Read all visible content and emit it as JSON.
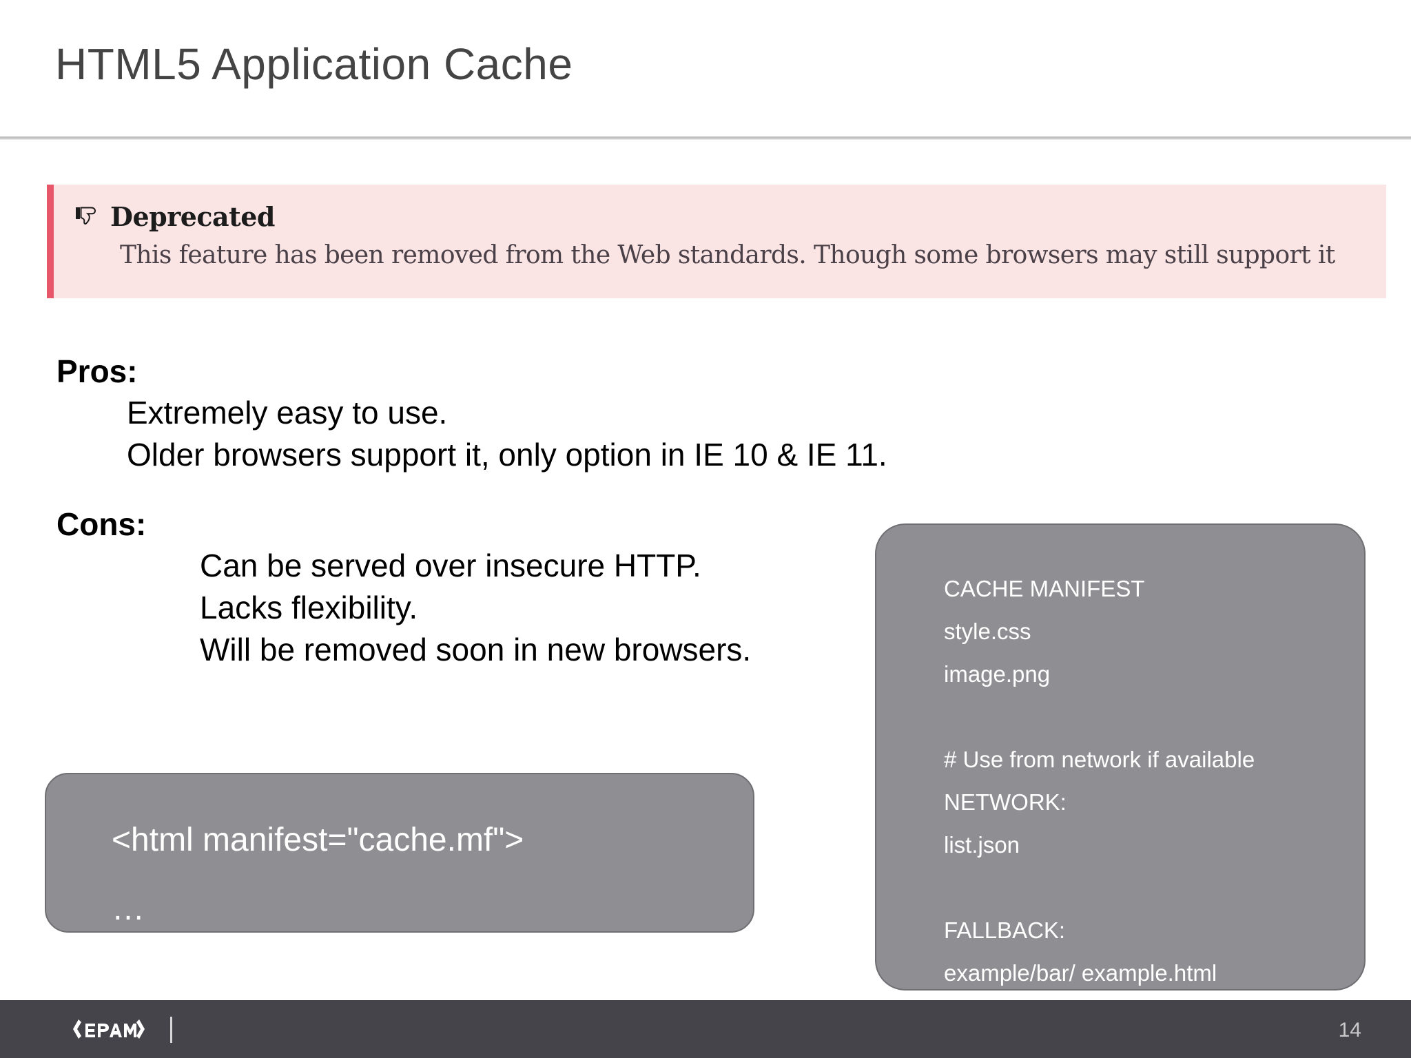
{
  "slide": {
    "title": "HTML5 Application Cache",
    "page_number": "14"
  },
  "banner": {
    "icon": "thumbs-down-icon",
    "title": "Deprecated",
    "body": "This feature has been removed from the Web standards. Though some browsers may still support it",
    "accent_color": "#e8566a",
    "background_color": "#fbe4e4"
  },
  "content": {
    "pros_label": "Pros:",
    "pros_items": [
      "Extremely easy to use.",
      "Older browsers support it, only option in IE 10 & IE 11."
    ],
    "cons_label": "Cons:",
    "cons_items": [
      "Can be served over insecure HTTP.",
      "Lacks flexibility.",
      "Will be removed soon in new browsers."
    ]
  },
  "code_box_left": {
    "line_1": "<html manifest=\"cache.mf\">",
    "line_2": "…"
  },
  "code_box_right": {
    "lines": [
      "CACHE MANIFEST",
      "style.css",
      "image.png",
      "",
      "# Use from network if available",
      "NETWORK:",
      "list.json",
      "",
      "FALLBACK:",
      "example/bar/ example.html"
    ]
  },
  "footer": {
    "logo_text": "<epam>",
    "background_color": "#44444a"
  }
}
